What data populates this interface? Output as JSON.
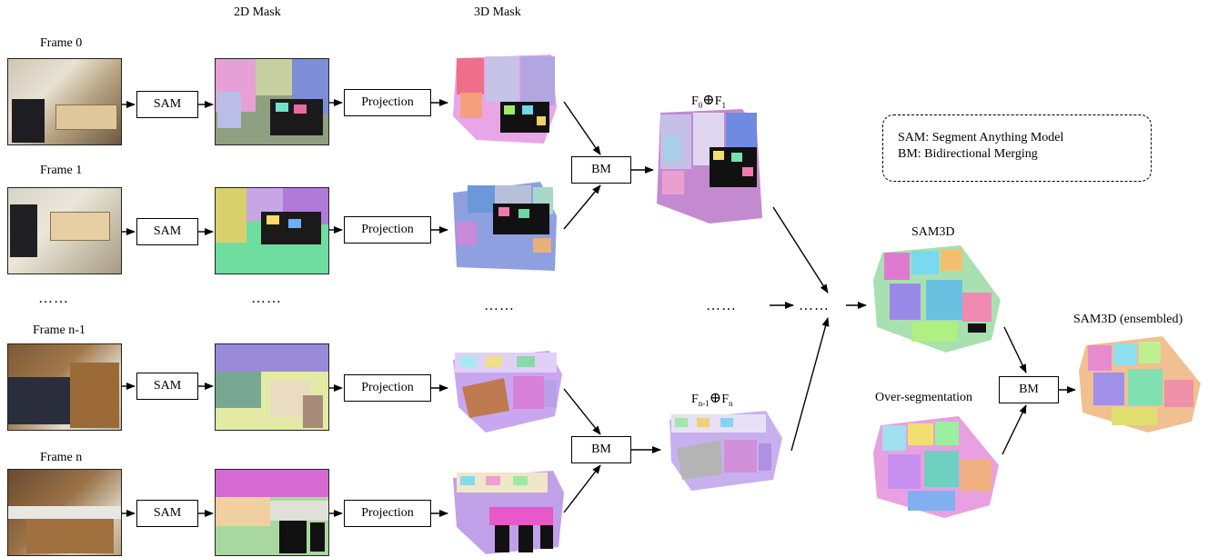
{
  "headers": {
    "mask2d": "2D Mask",
    "mask3d": "3D Mask"
  },
  "frames": [
    {
      "label": "Frame 0"
    },
    {
      "label": "Frame 1"
    },
    {
      "label": "Frame n-1"
    },
    {
      "label": "Frame n"
    }
  ],
  "ops": {
    "sam": "SAM",
    "projection": "Projection",
    "bm": "BM"
  },
  "merge": {
    "f01_base_a": "F",
    "f01_sub_a": "0",
    "f01_op": "⊕",
    "f01_base_b": "F",
    "f01_sub_b": "1",
    "fn_base_a": "F",
    "fn_sub_a": "n-1",
    "fn_op": "⊕",
    "fn_base_b": "F",
    "fn_sub_b": "n"
  },
  "ellipsis": "……",
  "legend": {
    "line1": "SAM: Segment Anything Model",
    "line2": "BM: Bidirectional Merging"
  },
  "outputs": {
    "sam3d": "SAM3D",
    "overseg": "Over-segmentation",
    "ensembled": "SAM3D (ensembled)"
  },
  "colors": {
    "stroke": "#000000",
    "background": "#ffffff"
  }
}
